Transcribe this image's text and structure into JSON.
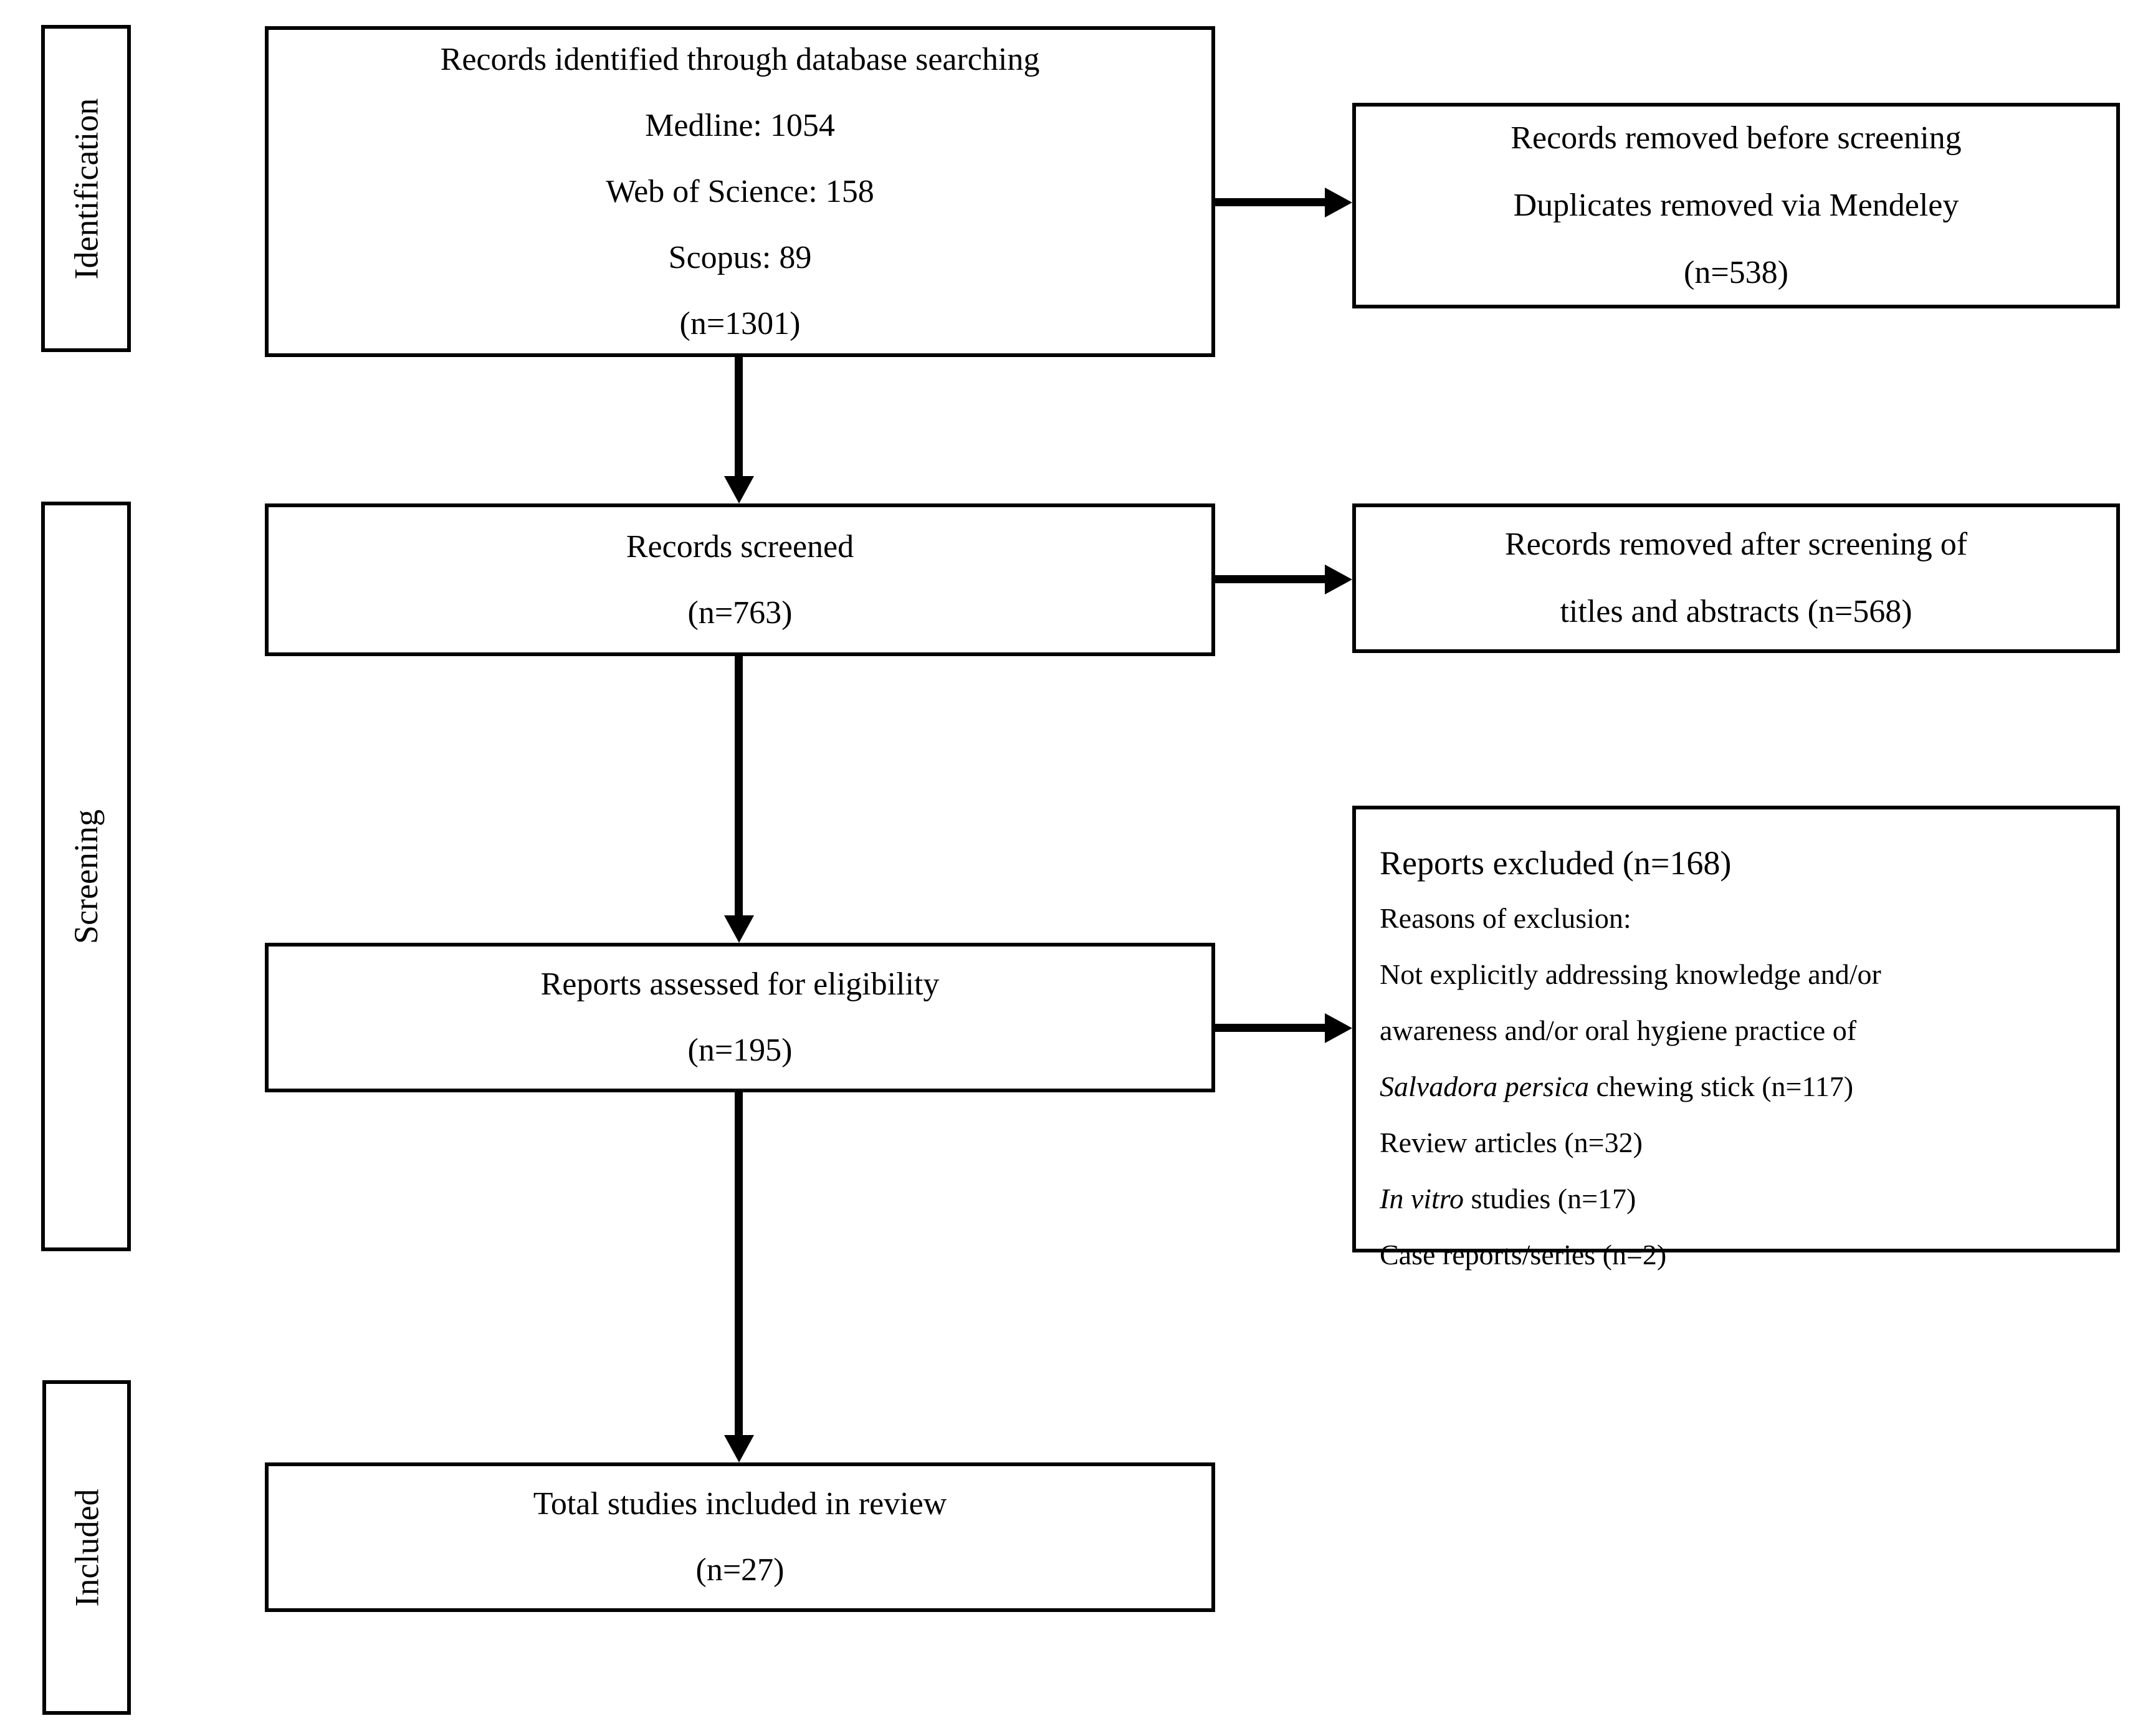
{
  "page": {
    "background": "#ffffff",
    "line_color": "#000000",
    "text_color": "#000000"
  },
  "stages": {
    "identification": "Identification",
    "screening": "Screening",
    "included": "Included"
  },
  "flow": {
    "identified": {
      "lines": [
        "Records identified through database searching",
        "Medline: 1054",
        "Web of Science: 158",
        "Scopus: 89",
        "(n=1301)"
      ]
    },
    "screened": {
      "lines": [
        "Records screened",
        "(n=763)"
      ]
    },
    "assessed": {
      "lines": [
        "Reports assessed for eligibility",
        "(n=195)"
      ]
    },
    "total_included": {
      "lines": [
        "Total studies included in review",
        "(n=27)"
      ]
    }
  },
  "exclusions": {
    "removed_before_screening": {
      "lines": [
        "Records removed before screening",
        "Duplicates removed via Mendeley",
        "(n=538)"
      ]
    },
    "removed_after_screening": {
      "lines": [
        "Records removed after screening of",
        "titles and abstracts (n=568)"
      ]
    },
    "reports_excluded": {
      "title": "Reports excluded (n=168)",
      "reasons_heading": "Reasons of exclusion:",
      "reasons": [
        {
          "segments": [
            {
              "text": "Not explicitly addressing knowledge and/or"
            }
          ]
        },
        {
          "segments": [
            {
              "text": "awareness and/or oral hygiene practice of"
            }
          ]
        },
        {
          "segments": [
            {
              "text": "Salvadora persica",
              "italic": true
            },
            {
              "text": " chewing stick (n=117)"
            }
          ]
        },
        {
          "segments": [
            {
              "text": "Review articles (n=32)"
            }
          ]
        },
        {
          "segments": [
            {
              "text": "In vitro",
              "italic": true
            },
            {
              "text": " studies (n=17)"
            }
          ]
        },
        {
          "segments": [
            {
              "text": "Case reports/series (n=2)"
            }
          ]
        }
      ]
    }
  }
}
